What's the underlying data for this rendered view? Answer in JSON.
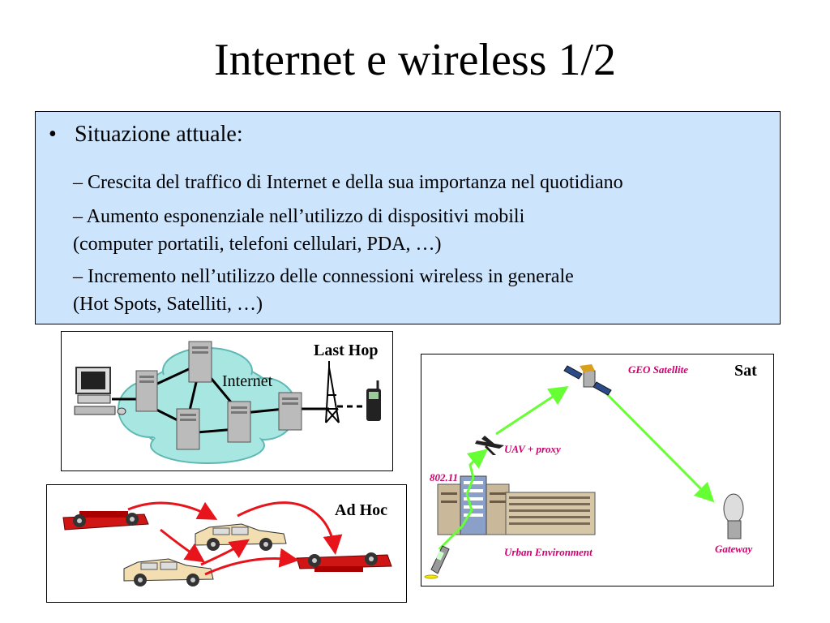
{
  "slide": {
    "title": "Internet e wireless 1/2"
  },
  "content": {
    "bullet_symbol": "•",
    "main_bullet": "Situazione attuale:",
    "sub_items": [
      {
        "line1": "– Crescita del traffico di Internet e della sua importanza nel quotidiano"
      },
      {
        "line1": "– Aumento esponenziale nell’utilizzo di dispositivi mobili",
        "line2": "(computer portatili, telefoni cellulari, PDA, …)"
      },
      {
        "line1": "– Incremento nell’utilizzo delle connessioni wireless in generale",
        "line2": "(Hot Spots, Satelliti, …)"
      }
    ]
  },
  "diagrams": {
    "last_hop": {
      "label": "Last Hop",
      "cloud_label": "Internet"
    },
    "ad_hoc": {
      "label": "Ad Hoc"
    },
    "sat": {
      "label": "Sat",
      "geo_satellite": "GEO Satellite",
      "uav": "UAV + proxy",
      "wifi": "802.11",
      "urban": "Urban Environment",
      "gateway": "Gateway"
    }
  },
  "colors": {
    "box_background": "#cce5fd",
    "cloud": "#a8e6e2",
    "arrow_green": "#66ff33",
    "arrow_red": "#e8141b",
    "label_pink": "#d0006f"
  }
}
